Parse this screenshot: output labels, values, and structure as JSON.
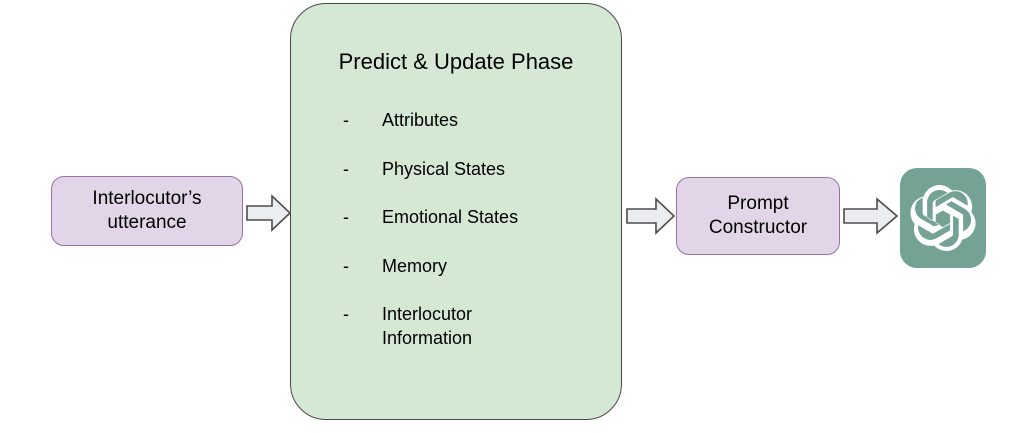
{
  "diagram": {
    "title": "Predict & Update Phase pipeline",
    "colors": {
      "green_fill": "#d5e8d4",
      "green_stroke": "#4a4a4a",
      "purple_fill": "#e1d5e7",
      "purple_stroke": "#9673a6",
      "arrow_fill": "#eaeef0",
      "arrow_stroke": "#4d4d4d",
      "chatgpt_tile": "#74a396",
      "chatgpt_mark": "#ffffff",
      "text": "#000000"
    },
    "nodes": {
      "input": {
        "label": "Interlocutor’s\nutterance",
        "shape": "rounded-rectangle",
        "fill": "#e1d5e7"
      },
      "phase": {
        "title": "Predict & Update Phase",
        "shape": "rounded-rectangle",
        "fill": "#d5e8d4",
        "bullet_marker": "-",
        "items": [
          {
            "label": "Attributes"
          },
          {
            "label": "Physical States"
          },
          {
            "label": "Emotional States"
          },
          {
            "label": "Memory"
          },
          {
            "label": "Interlocutor\nInformation"
          }
        ]
      },
      "prompt": {
        "label": "Prompt\nConstructor",
        "shape": "rounded-rectangle",
        "fill": "#e1d5e7"
      },
      "model": {
        "label": "ChatGPT",
        "icon": "openai-logo-icon",
        "shape": "rounded-square-tile",
        "fill": "#74a396"
      }
    },
    "edges": [
      {
        "name": "input-to-phase",
        "from": "input",
        "to": "phase",
        "style": "block-arrow"
      },
      {
        "name": "phase-to-prompt",
        "from": "phase",
        "to": "prompt",
        "style": "block-arrow"
      },
      {
        "name": "prompt-to-model",
        "from": "prompt",
        "to": "model",
        "style": "block-arrow"
      }
    ]
  }
}
